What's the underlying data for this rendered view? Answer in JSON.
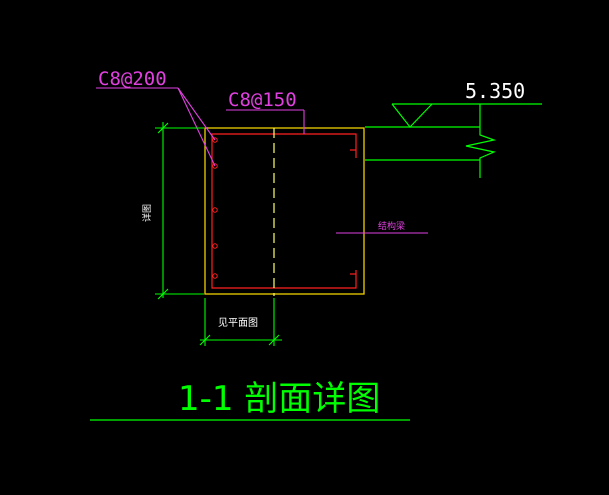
{
  "labels": {
    "rebar_left": "C8@200",
    "rebar_top": "C8@150",
    "elevation": "5.350",
    "dim_height": "详图",
    "dim_width": "见平面图",
    "struct_beam": "结构梁",
    "section_title": "1-1 剖面详图"
  },
  "colors": {
    "background": "#000000",
    "outline": "#f0d000",
    "rebar": "#ff2020",
    "leader": "#e040e0",
    "dimension": "#00ff00",
    "structure": "#00ff00",
    "axis": "#ffff00",
    "white": "#ffffff"
  }
}
